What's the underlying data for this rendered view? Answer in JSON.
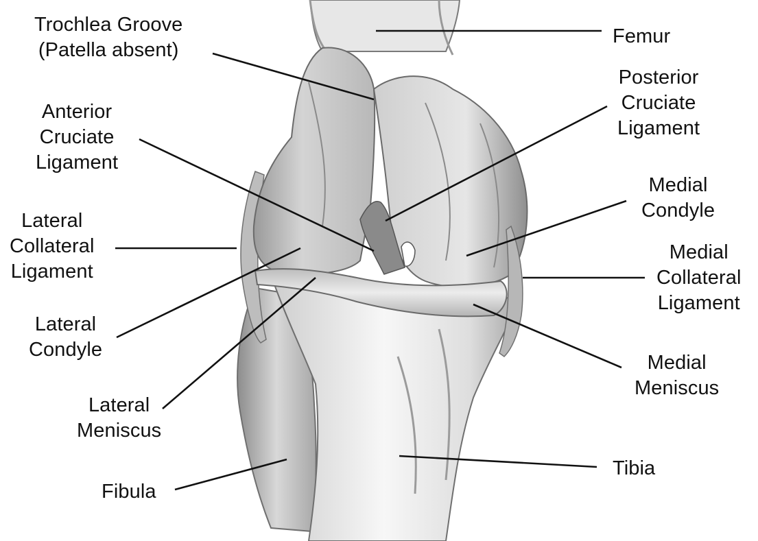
{
  "labels": {
    "trochlea_groove": [
      "Trochlea Groove",
      "(Patella absent)"
    ],
    "femur": [
      "Femur"
    ],
    "anterior_cruciate": [
      "Anterior",
      "Cruciate",
      "Ligament"
    ],
    "posterior_cruciate": [
      "Posterior",
      "Cruciate",
      "Ligament"
    ],
    "medial_condyle": [
      "Medial",
      "Condyle"
    ],
    "lateral_collateral": [
      "Lateral",
      "Collateral",
      "Ligament"
    ],
    "medial_collateral": [
      "Medial",
      "Collateral",
      "Ligament"
    ],
    "lateral_condyle": [
      "Lateral",
      "Condyle"
    ],
    "medial_meniscus": [
      "Medial",
      "Meniscus"
    ],
    "lateral_meniscus": [
      "Lateral",
      "Meniscus"
    ],
    "fibula": [
      "Fibula"
    ],
    "tibia": [
      "Tibia"
    ]
  },
  "colors": {
    "ink": "#111111",
    "shade_dark": "#6e6e6e",
    "shade_mid": "#a8a8a8",
    "shade_light": "#d9d9d9"
  }
}
